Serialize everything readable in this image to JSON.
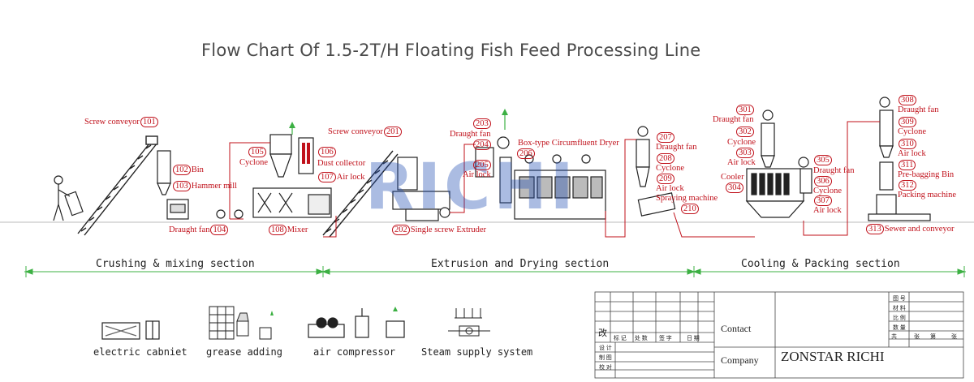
{
  "title": "Flow Chart Of 1.5-2T/H Floating Fish Feed Processing Line",
  "watermark": "RICHI",
  "colors": {
    "label_red": "#c0101a",
    "line": "#222222",
    "dim_green": "#3cb043",
    "logo_blue": "#2350b4"
  },
  "labels": {
    "l101": {
      "name": "Screw conveyor",
      "num": "101"
    },
    "l102": {
      "num": "102",
      "name": "Bin"
    },
    "l103": {
      "num": "103",
      "name": "Hammer mill"
    },
    "l104": {
      "name": "Draught fan",
      "num": "104"
    },
    "l105": {
      "num": "105",
      "name": "Cyclone"
    },
    "l106": {
      "num": "106",
      "name": "Dust collector"
    },
    "l107": {
      "num": "107",
      "name": "Air lock"
    },
    "l108": {
      "num": "108",
      "name": "Mixer"
    },
    "l201": {
      "name": "Screw conveyor",
      "num": "201"
    },
    "l202": {
      "num": "202",
      "name": "Single screw Extruder"
    },
    "l203": {
      "num": "203",
      "name": "Draught fan"
    },
    "l204": {
      "num": "204"
    },
    "l205": {
      "num": "205",
      "name": "Air lock"
    },
    "l206": {
      "name": "Box-type Circumfluent Dryer",
      "num": "206"
    },
    "l207": {
      "num": "207",
      "name": "Draught fan"
    },
    "l208": {
      "num": "208",
      "name": "Cyclone"
    },
    "l209": {
      "num": "209",
      "name": "Air lock"
    },
    "l210": {
      "name": "Spraying machine",
      "num": "210"
    },
    "l301": {
      "num": "301",
      "name": "Draught fan"
    },
    "l302": {
      "num": "302",
      "name": "Cyclone"
    },
    "l303": {
      "num": "303",
      "name": "Air lock"
    },
    "l304": {
      "name": "Cooler",
      "num": "304"
    },
    "l305": {
      "num": "305",
      "name": "Draught fan"
    },
    "l306": {
      "num": "306",
      "name": "Cyclone"
    },
    "l307": {
      "num": "307",
      "name": "Air lock"
    },
    "l308": {
      "num": "308",
      "name": "Draught fan"
    },
    "l309": {
      "num": "309",
      "name": "Cyclone"
    },
    "l310": {
      "num": "310",
      "name": "Air lock"
    },
    "l311": {
      "num": "311",
      "name": "Pre-bagging Bin"
    },
    "l312": {
      "num": "312",
      "name": "Packing machine"
    },
    "l313": {
      "num": "313",
      "name": "Sewer and conveyor"
    }
  },
  "sections": {
    "crushing": "Crushing & mixing section",
    "extrusion": "Extrusion and Drying section",
    "cooling": "Cooling & Packing section"
  },
  "auxiliary": {
    "cabinet": "electric cabniet",
    "grease": "grease adding",
    "air": "air compressor",
    "steam": "Steam supply system"
  },
  "title_block": {
    "contact_label": "Contact",
    "company_label": "Company",
    "company_value": "ZONSTAR RICHI",
    "gai": "改",
    "row_head": [
      "标 记",
      "处 数",
      "签 字",
      "日 期"
    ],
    "left_rows": [
      "设 计",
      "制 图",
      "校 对"
    ],
    "right_rows": [
      "图 号",
      "材 料",
      "比 例",
      "数 量"
    ],
    "sheet": [
      "共",
      "张",
      "第",
      "张"
    ]
  }
}
